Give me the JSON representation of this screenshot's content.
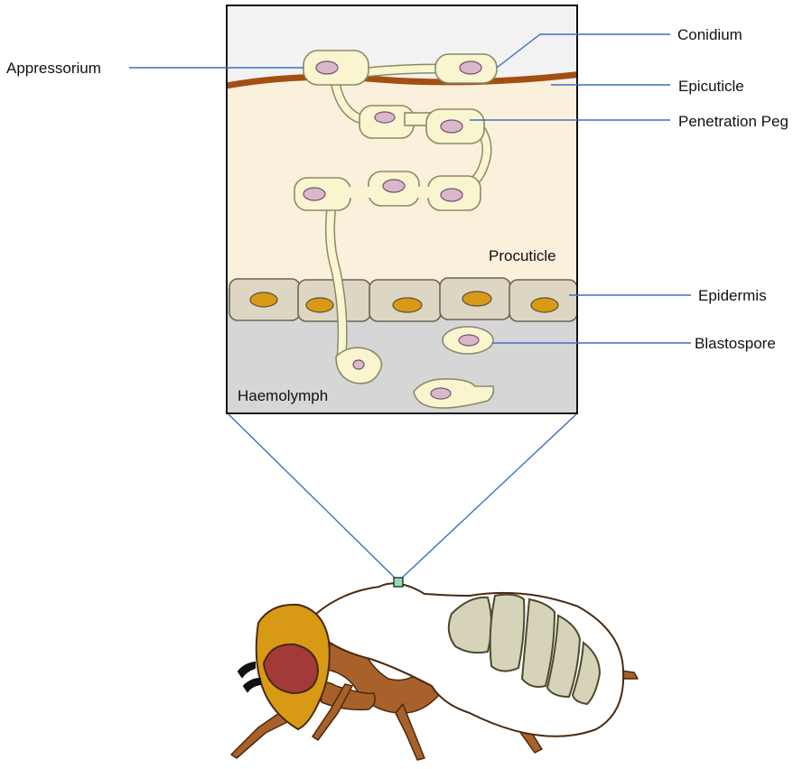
{
  "labels": {
    "conidium": "Conidium",
    "appressorium": "Appressorium",
    "epicuticle": "Epicuticle",
    "penetration_peg": "Penetration Peg",
    "procuticle": "Procuticle",
    "epidermis": "Epidermis",
    "blastospore": "Blastospore",
    "haemolymph": "Haemolymph"
  },
  "colors": {
    "leader_lines": "#3f6fc4",
    "epicuticle": "#a34e12",
    "procuticle": "#faf0dc",
    "haemolymph": "#d6d6d6",
    "fungal_cell": "#f8f5cf",
    "nucleus": "#d9b8cc",
    "epidermis_nucleus": "#d89a14",
    "insect_head": "#d89a14",
    "insect_eye": "#a33a3a",
    "insect_legs": "#a8612a",
    "abdomen_plates": "#d6d3b8",
    "marker": "#8fe0b0"
  }
}
